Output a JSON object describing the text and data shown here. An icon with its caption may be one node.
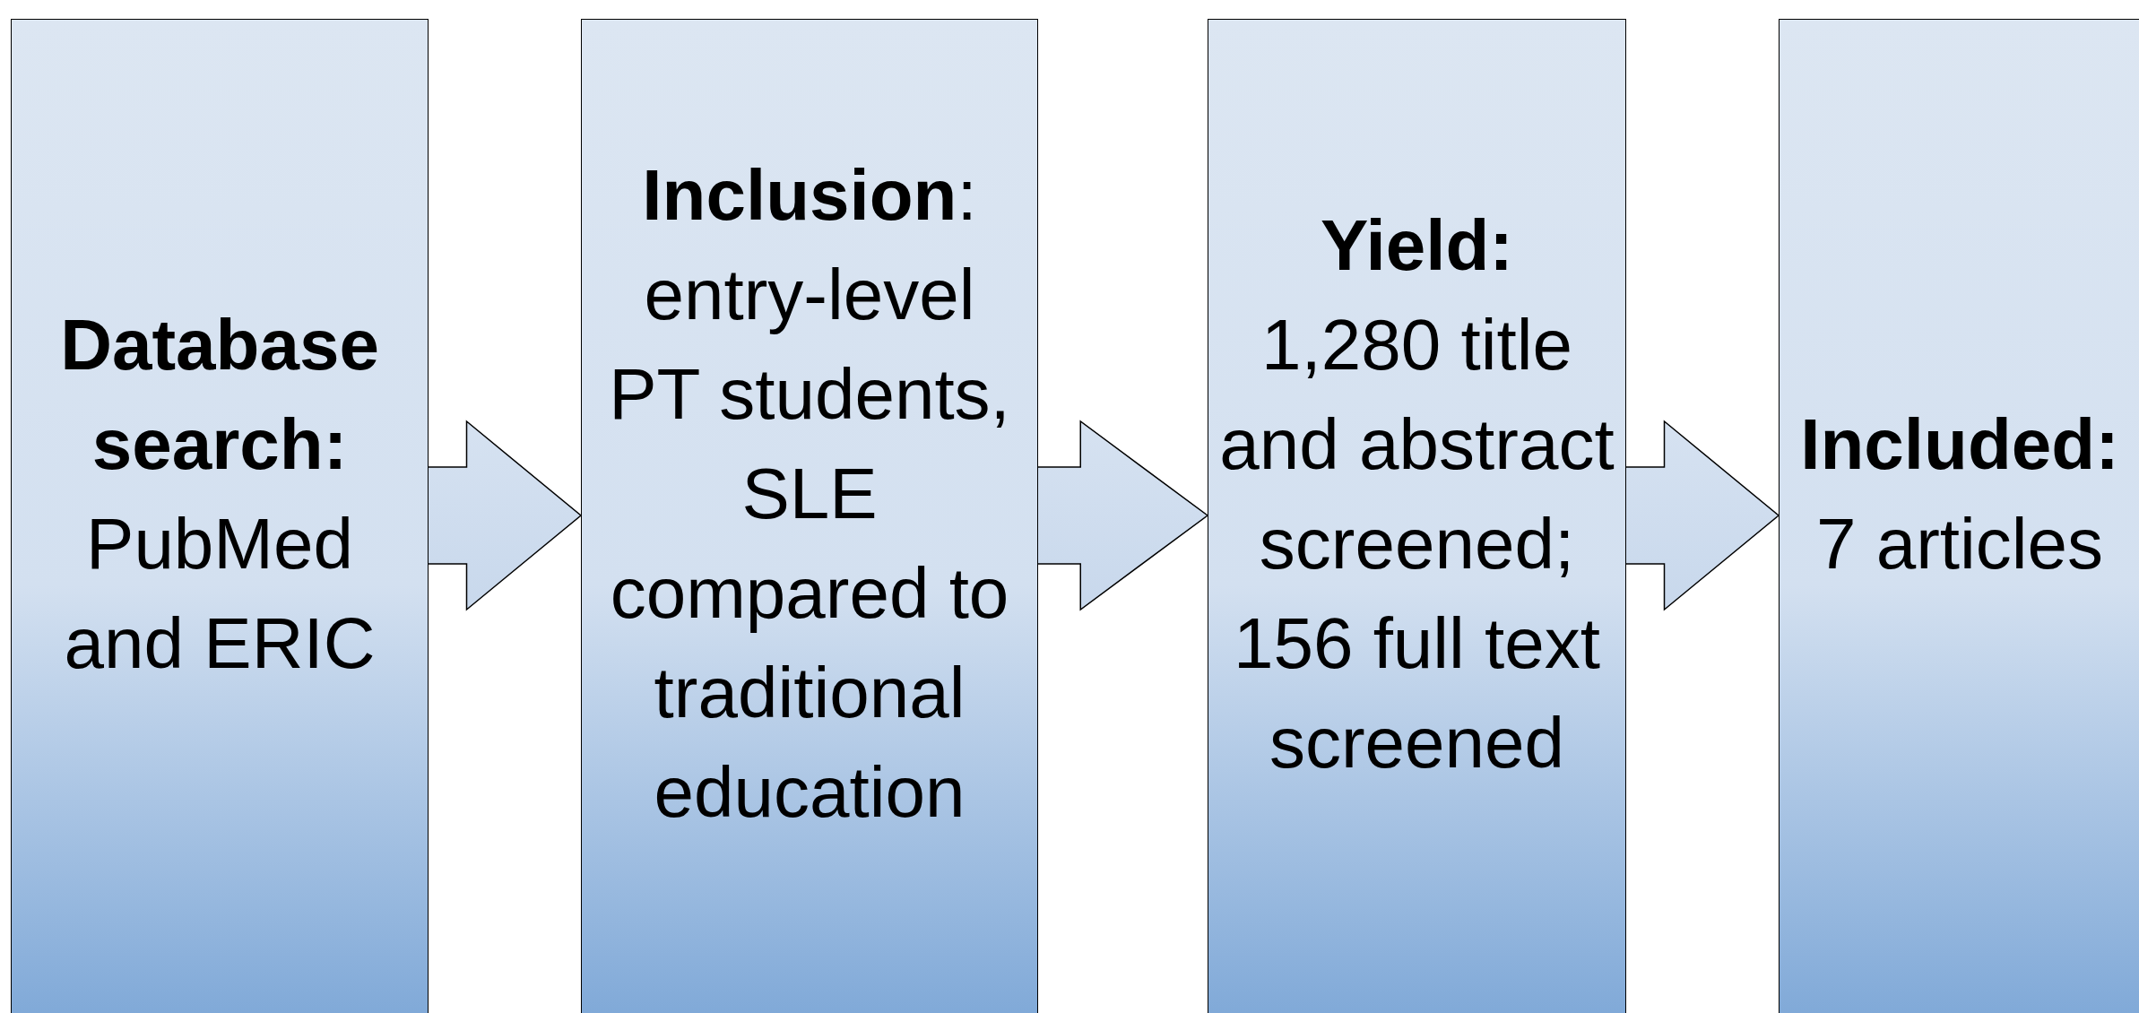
{
  "diagram": {
    "nodes": [
      {
        "text": [
          "Database search:",
          "PubMed and ERIC"
        ]
      },
      {
        "text": [
          "**Inclusion**: entry-level PT students, SLE compared to traditional education"
        ]
      },
      {
        "text": [
          "Yield:",
          "1,280 title and abstract screened; 156 full text screened"
        ]
      },
      {
        "text": [
          "Included:",
          "7 articles"
        ]
      }
    ],
    "edges": [
      {
        "from": 0,
        "to": 1,
        "arrow": "to"
      },
      {
        "from": 1,
        "to": 2,
        "arrow": "to"
      },
      {
        "from": 2,
        "to": 3,
        "arrow": "to"
      }
    ]
  }
}
